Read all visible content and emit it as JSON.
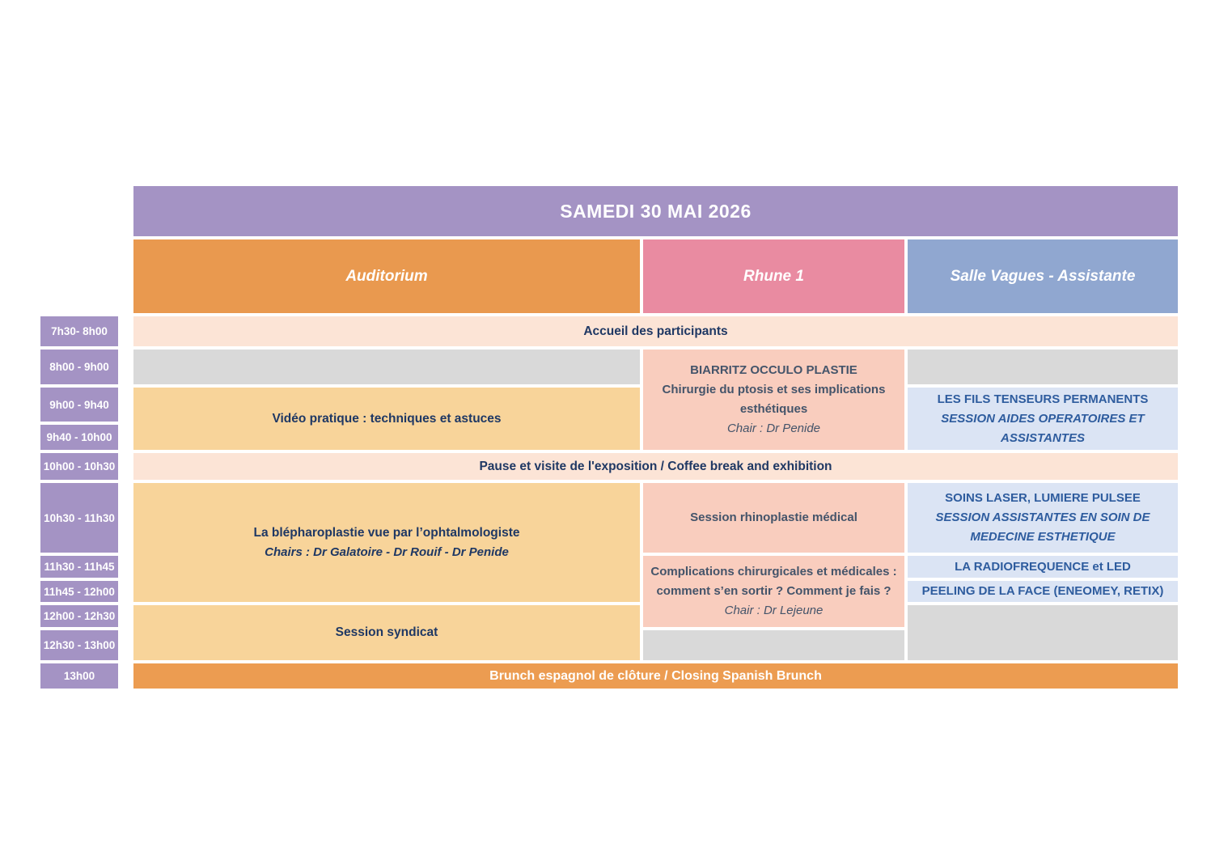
{
  "title": "SAMEDI 30 MAI 2026",
  "columns": {
    "auditorium": "Auditorium",
    "rhune1": "Rhune 1",
    "salle": "Salle Vagues - Assistante"
  },
  "time_slots": [
    "7h30- 8h00",
    "8h00 - 9h00",
    "9h00 - 9h40",
    "9h40 - 10h00",
    "10h00 - 10h30",
    "10h30 - 11h30",
    "11h30 - 11h45",
    "11h45 - 12h00",
    "12h00 - 12h30",
    "12h30 - 13h00",
    "13h00"
  ],
  "cells": {
    "accueil": {
      "text": "Accueil des participants"
    },
    "biarritz": {
      "title": "BIARRITZ OCCULO PLASTIE",
      "line2": "Chirurgie du ptosis et ses implications esthétiques",
      "chair": "Chair : Dr Penide"
    },
    "video": {
      "text": "Vidéo pratique : techniques et astuces"
    },
    "fils": {
      "title": "LES FILS TENSEURS PERMANENTS",
      "subtitle": "SESSION AIDES  OPERATOIRES ET ASSISTANTES"
    },
    "pause": {
      "text": "Pause et visite de l'exposition / Coffee break and exhibition"
    },
    "blepharoplastie": {
      "title": "La blépharoplastie vue par l’ophtalmologiste",
      "chairs": "Chairs : Dr Galatoire - Dr Rouif -  Dr Penide"
    },
    "rhinoplastie": {
      "text": "Session rhinoplastie médical"
    },
    "soins_laser": {
      "title": "SOINS LASER, LUMIERE PULSEE",
      "subtitle": "SESSION ASSISTANTES EN SOIN DE MEDECINE ESTHETIQUE"
    },
    "complications": {
      "title": "Complications chirurgicales et médicales : comment s’en sortir ? Comment je fais ?",
      "chair": "Chair : Dr Lejeune"
    },
    "radiofrequence": {
      "text": "LA RADIOFREQUENCE et LED"
    },
    "peeling": {
      "text": "PEELING DE LA FACE (ENEOMEY, RETIX)"
    },
    "syndicat": {
      "text": "Session syndicat"
    },
    "brunch": {
      "text": "Brunch espagnol de clôture / Closing Spanish Brunch"
    }
  },
  "colors": {
    "purple": "#a493c4",
    "orange_header": "#e9994f",
    "pink_header": "#e98ba1",
    "blue_header": "#90a7d0",
    "peach_row": "#fce4d6",
    "gray_cell": "#d9d9d9",
    "tan_cell": "#f8d49a",
    "salmon_cell": "#f9cdbe",
    "light_blue_cell": "#dbe4f4",
    "brunch_orange": "#ec9c51",
    "navy_text": "#1f3864",
    "slate_text": "#44546a",
    "blue_text": "#2e5c9e"
  }
}
